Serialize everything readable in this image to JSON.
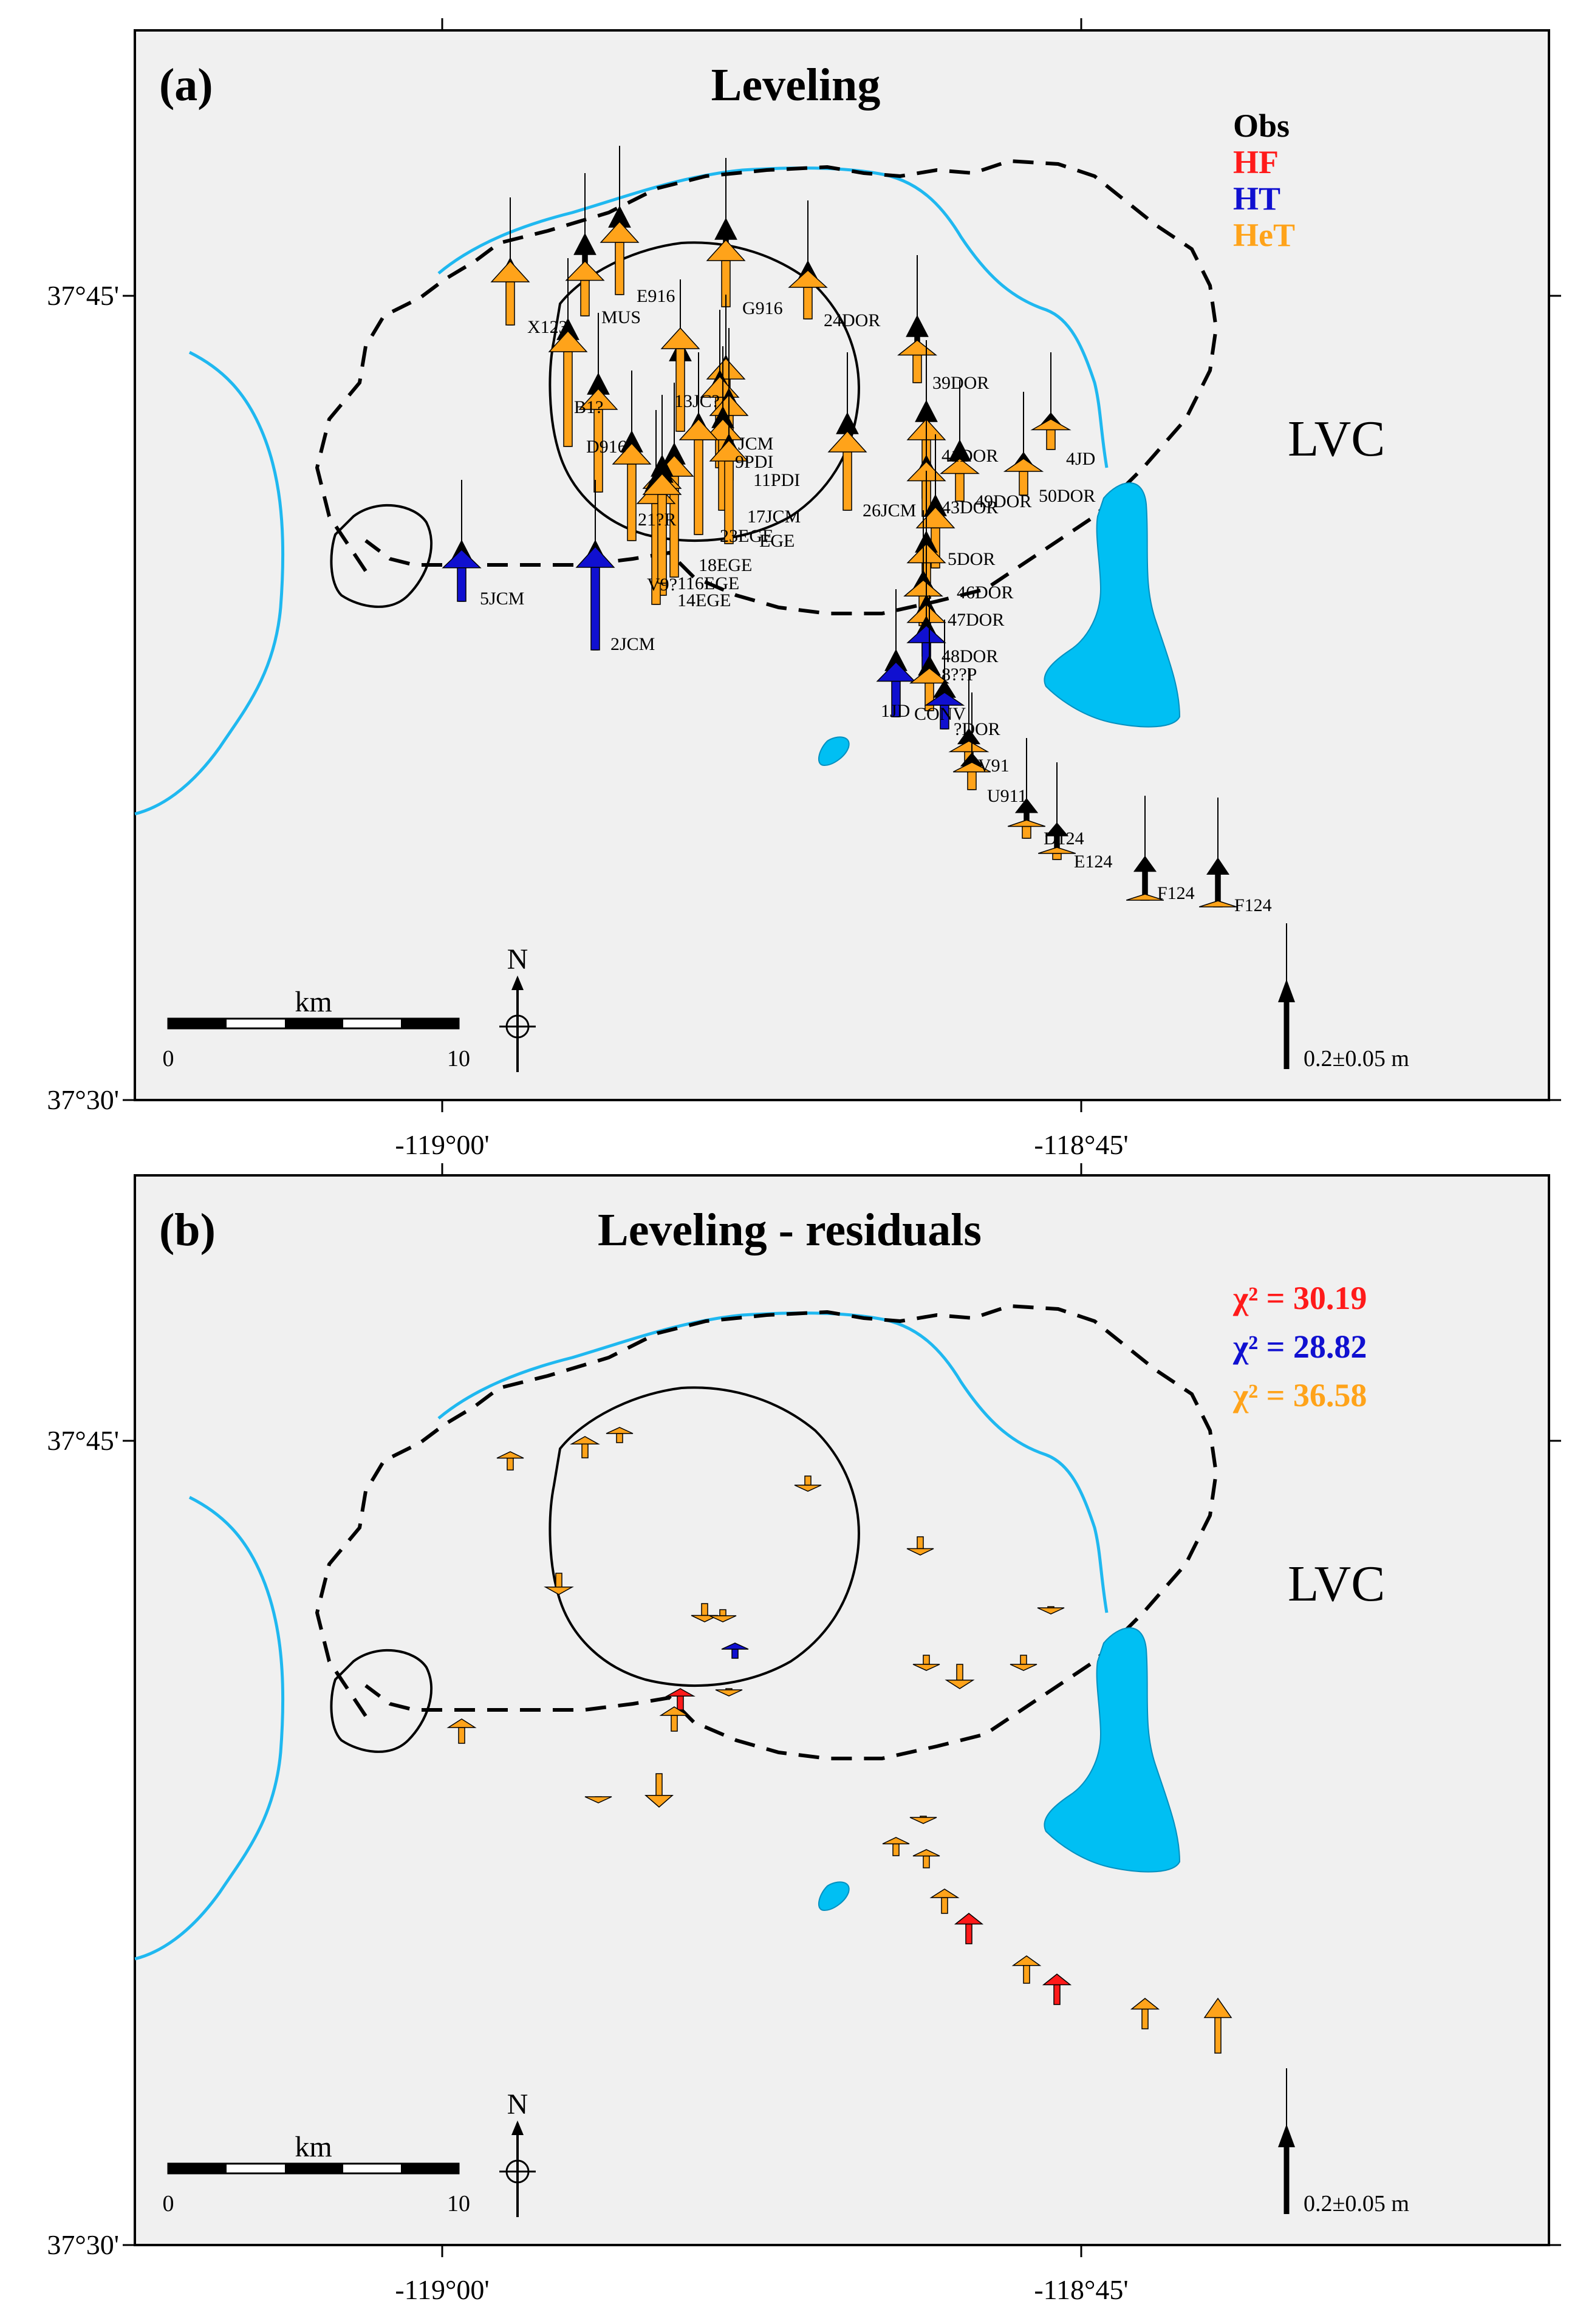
{
  "panels": [
    {
      "letter": "(a)",
      "title": "Leveling",
      "region_label": "LVC",
      "legend": [
        {
          "text": "Obs",
          "color": "#000000"
        },
        {
          "text": "HF",
          "color": "#ff1a1a"
        },
        {
          "text": "HT",
          "color": "#1010d0"
        },
        {
          "text": "HeT",
          "color": "#ffa31a"
        }
      ],
      "scale_bar": {
        "unit": "km",
        "start": "0",
        "end": "10"
      },
      "north_label": "N",
      "reference_arrow": "0.2±0.05 m",
      "y_ticks": [
        "37°45'",
        "37°30'"
      ],
      "x_ticks": [
        "-119°00'",
        "-118°45'"
      ],
      "stations": [
        "X123",
        "MUS",
        "E916",
        "G916",
        "24DOR",
        "B1?",
        "13JC?",
        "D916",
        "JCM",
        "9PDI",
        "11PDI",
        "39DOR",
        "4JD",
        "41DOR",
        "50DOR",
        "49DOR",
        "43DOR",
        "26JCM",
        "17JCM",
        "23EGE",
        "EGE",
        "21?R",
        "18EGE",
        "116EGE",
        "14EGE",
        "V9?",
        "5JCM",
        "2JCM",
        "5DOR",
        "46DOR",
        "47DOR",
        "48DOR",
        "1JD",
        "8??P",
        "CONV",
        "?DOR",
        "V91",
        "U911",
        "D124",
        "E124",
        "F124"
      ]
    },
    {
      "letter": "(b)",
      "title": "Leveling - residuals",
      "region_label": "LVC",
      "legend": [
        {
          "text": "χ² = 30.19",
          "color": "#ff1a1a"
        },
        {
          "text": "χ² = 28.82",
          "color": "#1010d0"
        },
        {
          "text": "χ² = 36.58",
          "color": "#ffa31a"
        }
      ],
      "scale_bar": {
        "unit": "km",
        "start": "0",
        "end": "10"
      },
      "north_label": "N",
      "reference_arrow": "0.2±0.05 m",
      "y_ticks": [
        "37°45'",
        "37°30'"
      ],
      "x_ticks": [
        "-119°00'",
        "-118°45'"
      ]
    }
  ],
  "colors": {
    "obs": "#000000",
    "hf": "#ff1a1a",
    "ht": "#1010d0",
    "het": "#ffa31a",
    "lake": "#00bff3",
    "river": "#1fb8f0",
    "background": "#f0f0f0"
  }
}
